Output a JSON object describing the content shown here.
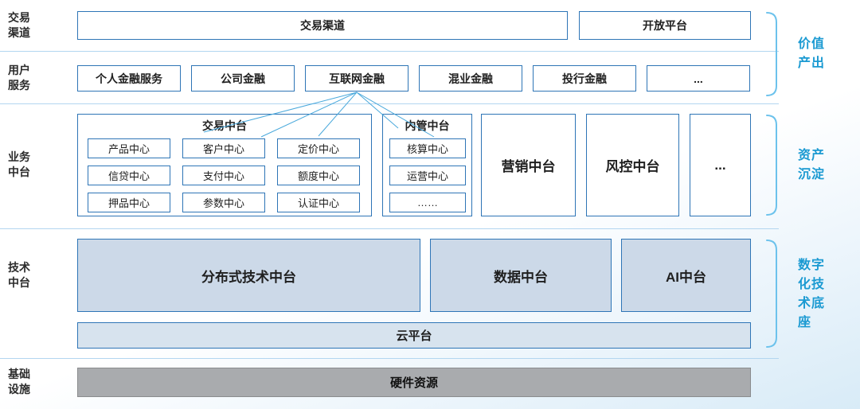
{
  "left_labels": {
    "channels": "交易\n渠道",
    "users": "用户\n服务",
    "business": "业务\n中台",
    "tech": "技术\n中台",
    "infra": "基础\n设施"
  },
  "channels_row": {
    "trade_channel": "交易渠道",
    "open_platform": "开放平台"
  },
  "services_row": {
    "items": [
      "个人金融服务",
      "公司金融",
      "互联网金融",
      "混业金融",
      "投行金融",
      "..."
    ]
  },
  "business_row": {
    "trade_group": {
      "title": "交易中台",
      "cells": [
        "产品中心",
        "客户中心",
        "定价中心",
        "信贷中心",
        "支付中心",
        "额度中心",
        "押品中心",
        "参数中心",
        "认证中心"
      ]
    },
    "internal_group": {
      "title": "内管中台",
      "cells": [
        "核算中心",
        "运营中心",
        "……"
      ]
    },
    "marketing": "营销中台",
    "risk": "风控中台",
    "more": "..."
  },
  "tech_row": {
    "distributed": "分布式技术中台",
    "data_platform": "数据中台",
    "ai_platform": "AI中台",
    "cloud": "云平台"
  },
  "infra_row": {
    "hardware": "硬件资源"
  },
  "annotations": {
    "value_output": "价值\n产出",
    "asset_deposit": "资产\n沉淀",
    "digital_base": "数字\n化技\n术底\n座"
  },
  "colors": {
    "box_border": "#2e75b6",
    "fill_light": "#ccd9e8",
    "cloud_fill": "#d7e3ee",
    "gray_fill": "#a9abae",
    "accent_blue": "#1b9ad2",
    "bracket_blue": "#6cc2ec",
    "separator": "#b3d6f0",
    "connector": "#4aa9dc"
  }
}
